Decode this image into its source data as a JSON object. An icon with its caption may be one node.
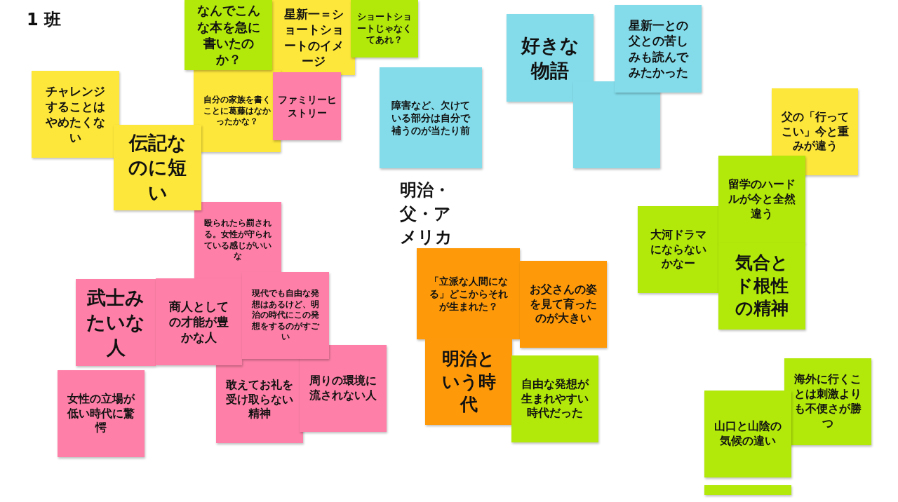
{
  "diagram": {
    "title": "1 班",
    "nodes": [
      {
        "text": [
          "なんでこんな本を急に書いたのか？"
        ]
      },
      {
        "text": [
          "星新一＝ショートショートのイメージ"
        ]
      },
      {
        "text": [
          "ショートショートじゃなくてあれ？"
        ]
      },
      {
        "text": [
          "好きな物語"
        ]
      },
      {
        "text": [
          "星新一との父との苦しみも読んでみたかった"
        ]
      },
      {
        "text": [
          "チャレンジすることはやめたくない"
        ]
      },
      {
        "text": [
          "自分の家族を書くことに葛藤はなかったかな？"
        ]
      },
      {
        "text": [
          "ファミリーヒストリー"
        ]
      },
      {
        "text": [
          "障害など、欠けている部分は自分で補うのが当たり前"
        ]
      },
      {
        "text": [],
        "shape": "box"
      },
      {
        "text": [
          "父の「行ってこい」今と重みが違う"
        ]
      },
      {
        "text": [
          "伝記なのに短い"
        ]
      },
      {
        "text": [
          "留学のハードルが今と全然違う"
        ]
      },
      {
        "text": [
          "大河ドラマにならないかなー"
        ]
      },
      {
        "text": [
          "気合とド根性の精神"
        ]
      },
      {
        "text": [
          "殴られたら罰される。女性が守られている感じがいいな"
        ]
      },
      {
        "text": [
          "武士みたいな人"
        ]
      },
      {
        "text": [
          "商人としての才能が豊かな人"
        ]
      },
      {
        "text": [
          "現代でも自由な発想はあるけど、明治の時代にこの発想をするのがすごい"
        ]
      },
      {
        "text": [
          "「立派な人間になる」どこからそれが生まれた？"
        ]
      },
      {
        "text": [
          "お父さんの姿を見て育ったのが大きい"
        ]
      },
      {
        "text": [
          "明治という時代"
        ]
      },
      {
        "text": [
          "自由な発想が生まれやすい時代だった"
        ]
      },
      {
        "text": [
          "周りの環境に流されない人"
        ]
      },
      {
        "text": [
          "女性の立場が低い時代に驚愕"
        ]
      },
      {
        "text": [
          "敢えてお礼を受け取らない精神"
        ]
      },
      {
        "text": [
          "海外に行くことは刺激よりも不便さが勝つ"
        ]
      },
      {
        "text": [
          "山口と山陰の気候の違い"
        ]
      },
      {
        "text": [],
        "shape": "box"
      }
    ],
    "labels": [
      "明治・父・アメリカ"
    ]
  }
}
